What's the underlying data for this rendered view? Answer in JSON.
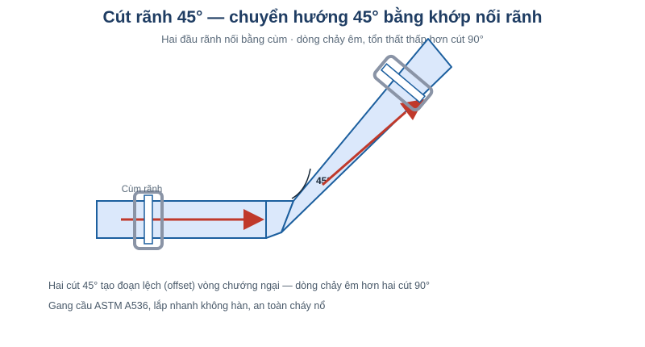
{
  "header": {
    "title": "Cút rãnh 45° — chuyển hướng 45° bằng khớp nối rãnh",
    "subtitle": "Hai đầu rãnh nối bằng cùm · dòng chảy êm, tổn thất thấp hơn cút 90°"
  },
  "diagram": {
    "coupling_label": "Cùm rãnh",
    "angle_label": "45°"
  },
  "notes": {
    "line1": "Hai cút 45° tạo đoạn lệch (offset) vòng chướng ngại — dòng chảy êm hơn hai cút 90°",
    "line2": "Gang cầu ASTM A536, lắp nhanh không hàn, an toàn cháy nổ"
  },
  "colors": {
    "pipe_fill": "#dbe8fb",
    "pipe_stroke": "#1c5f9e",
    "flow_arrow": "#c0392b",
    "coupling": "#8a94a6",
    "title": "#1f3d63"
  }
}
